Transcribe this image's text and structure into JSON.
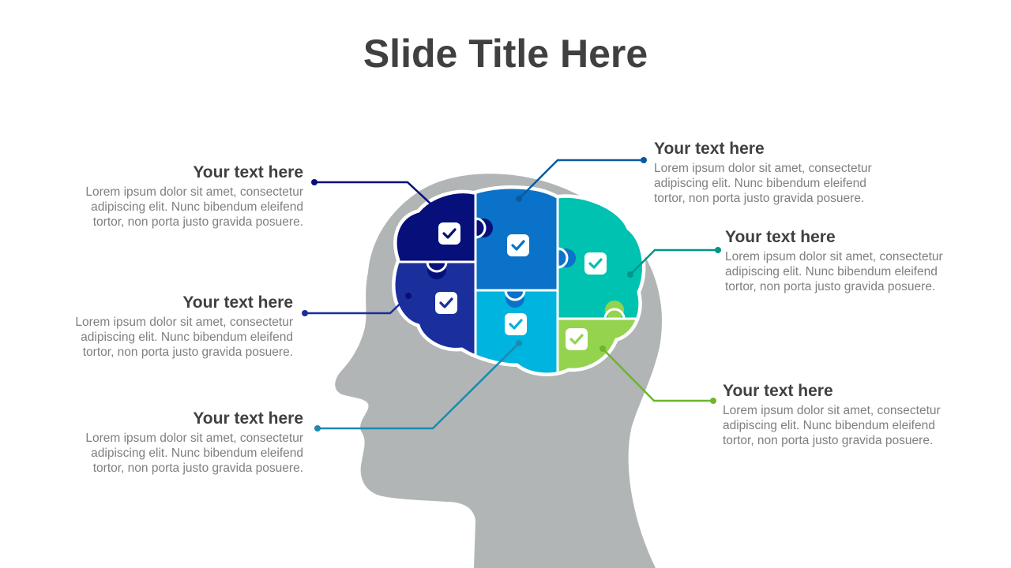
{
  "slide": {
    "title": "Slide Title Here"
  },
  "colors": {
    "head": "#b2b5b5",
    "navy": "#070f7a",
    "royal": "#1a2e9c",
    "blue": "#0a72c8",
    "cyan": "#00b4e0",
    "teal": "#00c2b0",
    "green": "#93d34e",
    "text_heading": "#404040",
    "text_body": "#7f7f7f"
  },
  "icons": [
    "check-icon"
  ],
  "callouts": [
    {
      "id": "top-left",
      "heading": "Your text here",
      "lines": [
        "Lorem ipsum dolor sit amet, consectetur",
        "adipiscing elit. Nunc bibendum eleifend",
        "tortor, non porta justo gravida posuere."
      ],
      "color": "#070f7a"
    },
    {
      "id": "mid-left",
      "heading": "Your text here",
      "lines": [
        "Lorem ipsum dolor sit amet, consectetur",
        "adipiscing elit. Nunc bibendum eleifend",
        "tortor, non porta justo gravida posuere."
      ],
      "color": "#1a2e9c"
    },
    {
      "id": "bottom-left",
      "heading": "Your text here",
      "lines": [
        "Lorem ipsum dolor sit amet, consectetur",
        "adipiscing elit. Nunc bibendum eleifend",
        "tortor, non porta justo gravida posuere."
      ],
      "color": "#1a8bb0"
    },
    {
      "id": "top-right",
      "heading": "Your text here",
      "lines": [
        "Lorem ipsum dolor sit amet, consectetur",
        "adipiscing elit. Nunc bibendum eleifend",
        "tortor, non porta justo gravida posuere."
      ],
      "color": "#0a5aa0"
    },
    {
      "id": "mid-right",
      "heading": "Your text here",
      "lines": [
        "Lorem ipsum dolor sit amet, consectetur",
        "adipiscing elit. Nunc bibendum eleifend",
        "tortor, non porta justo gravida posuere."
      ],
      "color": "#00958a"
    },
    {
      "id": "bottom-right",
      "heading": "Your text here",
      "lines": [
        "Lorem ipsum dolor sit amet, consectetur",
        "adipiscing elit. Nunc bibendum eleifend",
        "tortor, non porta justo gravida posuere."
      ],
      "color": "#6cb52c"
    }
  ]
}
